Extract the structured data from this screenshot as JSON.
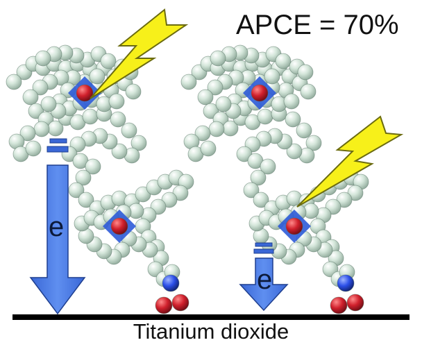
{
  "headline": "APCE = 70%",
  "substrate_label": "Titanium dioxide",
  "electron_labels": [
    "e",
    "e"
  ],
  "icons": {
    "photon": "lightning-bolt-icon",
    "electron_transfer": "down-arrow-icon"
  },
  "colors": {
    "background": "#ffffff",
    "ligand_sphere": "#cfe3d6",
    "ligand_outline": "#8fa99a",
    "metal_center": "#c0283a",
    "porphyrin_core": "#2d5bd8",
    "arrow_fill": "#4a7be6",
    "arrow_outline": "#1f3f8f",
    "lightning_fill": "#f7f01a",
    "lightning_outline": "#6b6b10",
    "anchor_nitrogen": "#2b4fe8",
    "anchor_oxygen": "#e8192c",
    "substrate_line": "#000000"
  }
}
